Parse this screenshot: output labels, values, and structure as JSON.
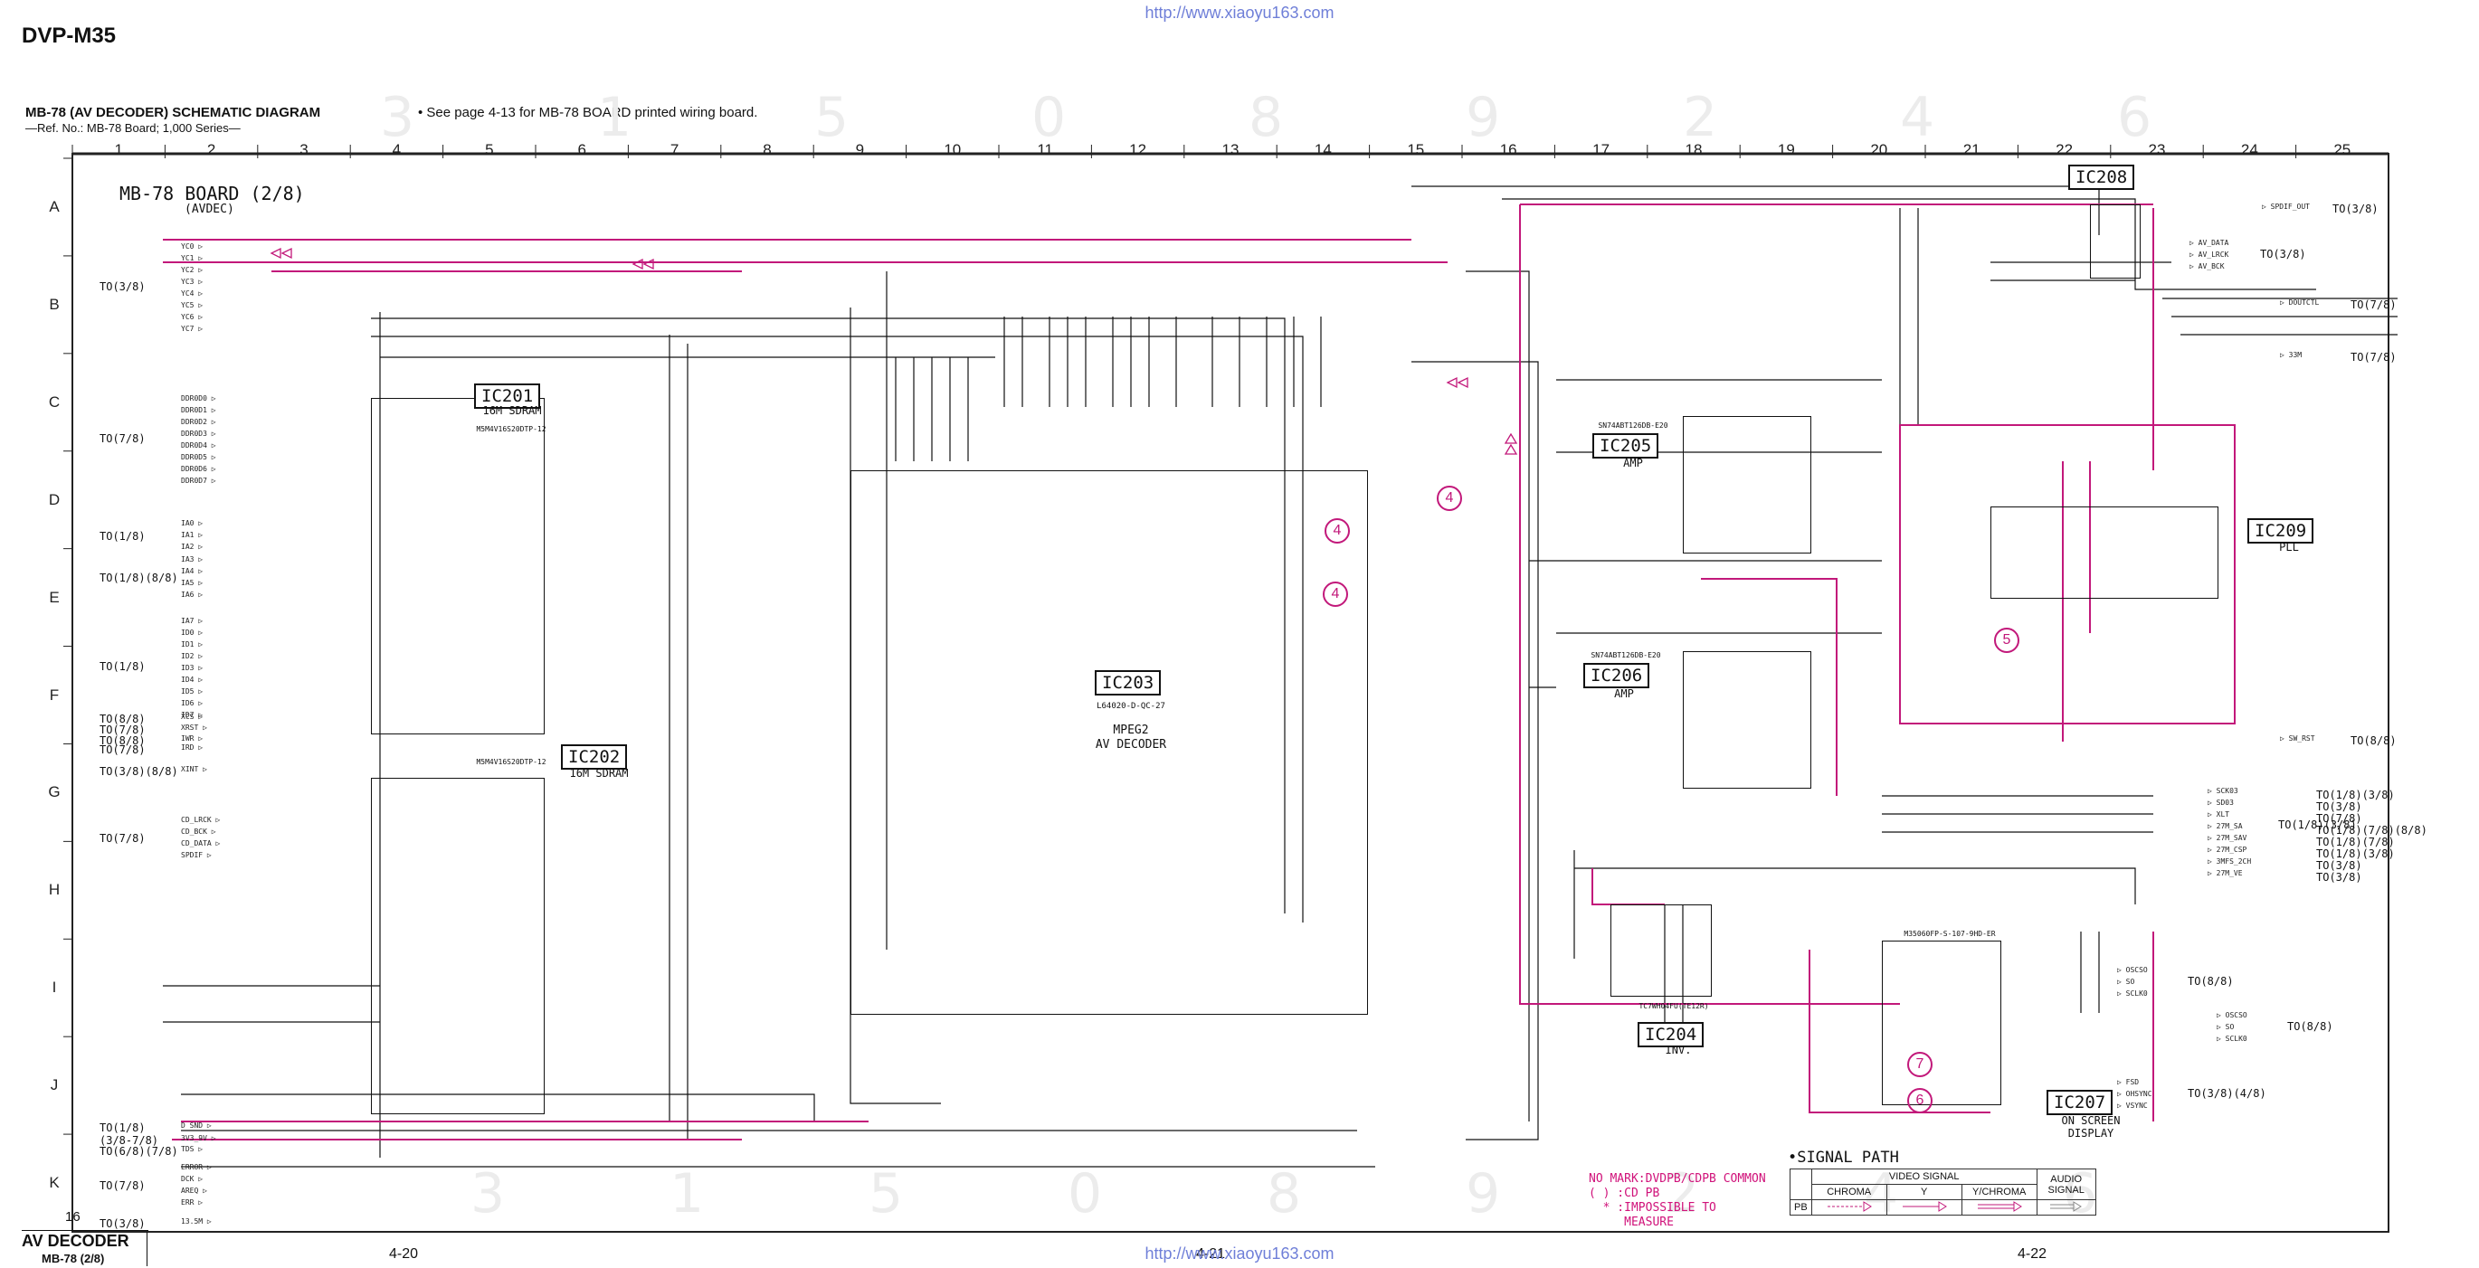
{
  "header": {
    "model": "DVP-M35",
    "url": "http://www.xiaoyu163.com",
    "title": "MB-78 (AV DECODER) SCHEMATIC DIAGRAM",
    "ref": "—Ref. No.: MB-78 Board; 1,000 Series—",
    "note": "• See page 4-13 for MB-78 BOARD printed wiring board."
  },
  "grid": {
    "columns": [
      "1",
      "2",
      "3",
      "4",
      "5",
      "6",
      "7",
      "8",
      "9",
      "10",
      "11",
      "12",
      "13",
      "14",
      "15",
      "16",
      "17",
      "18",
      "19",
      "20",
      "21",
      "22",
      "23",
      "24",
      "25"
    ],
    "rows": [
      "A",
      "B",
      "C",
      "D",
      "E",
      "F",
      "G",
      "H",
      "I",
      "J",
      "K"
    ],
    "corner": "16"
  },
  "board": {
    "title": "MB-78 BOARD (2/8)",
    "sub": "(AVDEC)"
  },
  "ics": {
    "ic201": {
      "label": "IC201",
      "sub": "16M SDRAM",
      "part": "M5M4V16S20DTP-12"
    },
    "ic202": {
      "label": "IC202",
      "sub": "16M SDRAM",
      "part": "M5M4V16S20DTP-12"
    },
    "ic203": {
      "label": "IC203",
      "sub1": "MPEG2",
      "sub2": "AV DECODER",
      "part": "L64020-D-QC-27"
    },
    "ic204": {
      "label": "IC204",
      "sub": "INV.",
      "part": "TC7WH04FU(TE12R)"
    },
    "ic205": {
      "label": "IC205",
      "sub": "AMP",
      "part": "SN74ABT126DB-E20"
    },
    "ic206": {
      "label": "IC206",
      "sub": "AMP",
      "part": "SN74ABT126DB-E20"
    },
    "ic207": {
      "label": "IC207",
      "sub1": "ON SCREEN",
      "sub2": "DISPLAY",
      "part": "M35060FP-S-107-9HD-ER"
    },
    "ic208": {
      "label": "IC208"
    },
    "ic209": {
      "label": "IC209",
      "sub": "PLL"
    }
  },
  "left_groups": [
    {
      "to": "TO(3/8)",
      "signals": [
        "YC0",
        "YC1",
        "YC2",
        "YC3",
        "YC4",
        "YC5",
        "YC6",
        "YC7"
      ]
    },
    {
      "to": "TO(7/8)",
      "signals": [
        "DDR0D0",
        "DDR0D1",
        "DDR0D2",
        "DDR0D3",
        "DDR0D4",
        "DDR0D5",
        "DDR0D6",
        "DDR0D7"
      ]
    },
    {
      "to": "TO(1/8)",
      "signals": [
        "IA0",
        "IA1",
        "IA2"
      ]
    },
    {
      "to": "TO(1/8)(8/8)",
      "signals": [
        "IA3",
        "IA4",
        "IA5",
        "IA6"
      ]
    },
    {
      "to": "TO(1/8)",
      "signals": [
        "IA7",
        "ID0",
        "ID1",
        "ID2",
        "ID3",
        "ID4",
        "ID5",
        "ID6",
        "ID7"
      ]
    },
    {
      "to": "TO(8/8)",
      "signals": [
        "XCS"
      ]
    },
    {
      "to": "TO(7/8)",
      "signals": [
        "XRST"
      ]
    },
    {
      "to": "TO(8/8)",
      "signals": [
        "IWR"
      ]
    },
    {
      "to": "TO(7/8)",
      "signals": [
        "IRD"
      ]
    },
    {
      "to": "TO(3/8)(8/8)",
      "signals": [
        "XINT"
      ]
    },
    {
      "to": "TO(7/8)",
      "signals": [
        "CD_LRCK",
        "CD_BCK",
        "CD_DATA",
        "SPDIF"
      ]
    },
    {
      "to": "TO(1/8)",
      "signals": [
        "D SND"
      ]
    },
    {
      "to": "(3/8-7/8)",
      "signals": [
        "3V3_9V"
      ]
    },
    {
      "to": "TO(6/8)(7/8)",
      "signals": [
        "TDS"
      ]
    },
    {
      "to": "TO(7/8)",
      "signals": [
        "ERROR",
        "DCK",
        "AREQ",
        "ERR"
      ]
    },
    {
      "to": "TO(3/8)",
      "signals": [
        "13.5M"
      ]
    }
  ],
  "right_groups": [
    {
      "to": "TO(3/8)",
      "signals": [
        "SPDIF_OUT"
      ]
    },
    {
      "to": "TO(3/8)",
      "signals": [
        "AV_DATA",
        "AV_LRCK",
        "AV_BCK"
      ]
    },
    {
      "to": "TO(7/8)",
      "signals": [
        "DOUTCTL"
      ]
    },
    {
      "to": "TO(7/8)",
      "signals": [
        "33M"
      ]
    },
    {
      "to": "TO(8/8)",
      "signals": [
        "SW_RST"
      ]
    },
    {
      "to": "TO(1/8)(3/8)",
      "signals": [
        "SCK03",
        "SD03",
        "XLT",
        "27M_SA",
        "27M_SAV",
        "27M_CSP",
        "3MFS_2CH",
        "27M_VE"
      ]
    },
    {
      "to": "TO(8/8)",
      "signals": [
        "OSCSO",
        "SO",
        "SCLK0"
      ]
    },
    {
      "to": "TO(8/8)",
      "signals": [
        "OSCSO",
        "SO",
        "SCLK0"
      ]
    },
    {
      "to": "TO(3/8)(4/8)",
      "signals": [
        "FSD",
        "OHSYNC",
        "VSYNC"
      ]
    }
  ],
  "right_tos": [
    "TO(1/8)(3/8)",
    "TO(3/8)",
    "TO(7/8)",
    "TO(1/8)(7/8)(8/8)",
    "TO(1/8)(7/8)",
    "TO(1/8)(3/8)",
    "TO(3/8)",
    "TO(3/8)"
  ],
  "markers": [
    "4",
    "4",
    "4",
    "5",
    "6",
    "7"
  ],
  "legend": {
    "note_lines": [
      "NO MARK:DVDPB/CDPB COMMON",
      "(  ) :CD PB",
      "  * :IMPOSSIBLE TO",
      "     MEASURE"
    ],
    "signal_path_title": "•SIGNAL PATH",
    "video_signal": "VIDEO SIGNAL",
    "audio_signal": "AUDIO SIGNAL",
    "chroma": "CHROMA",
    "y": "Y",
    "ychroma": "Y/CHROMA",
    "pb": "PB"
  },
  "pages": [
    "4-20",
    "4-21",
    "4-22"
  ],
  "footer": {
    "title": "AV DECODER",
    "sub": "MB-78 (2/8)"
  },
  "watermarks": [
    "3",
    "1",
    "5",
    "0",
    "8",
    "9",
    "2",
    "4",
    "6"
  ],
  "colors": {
    "wire": "#111111",
    "signal": "#c2187a",
    "note": "#d0127a",
    "url": "#6f7fd8"
  }
}
